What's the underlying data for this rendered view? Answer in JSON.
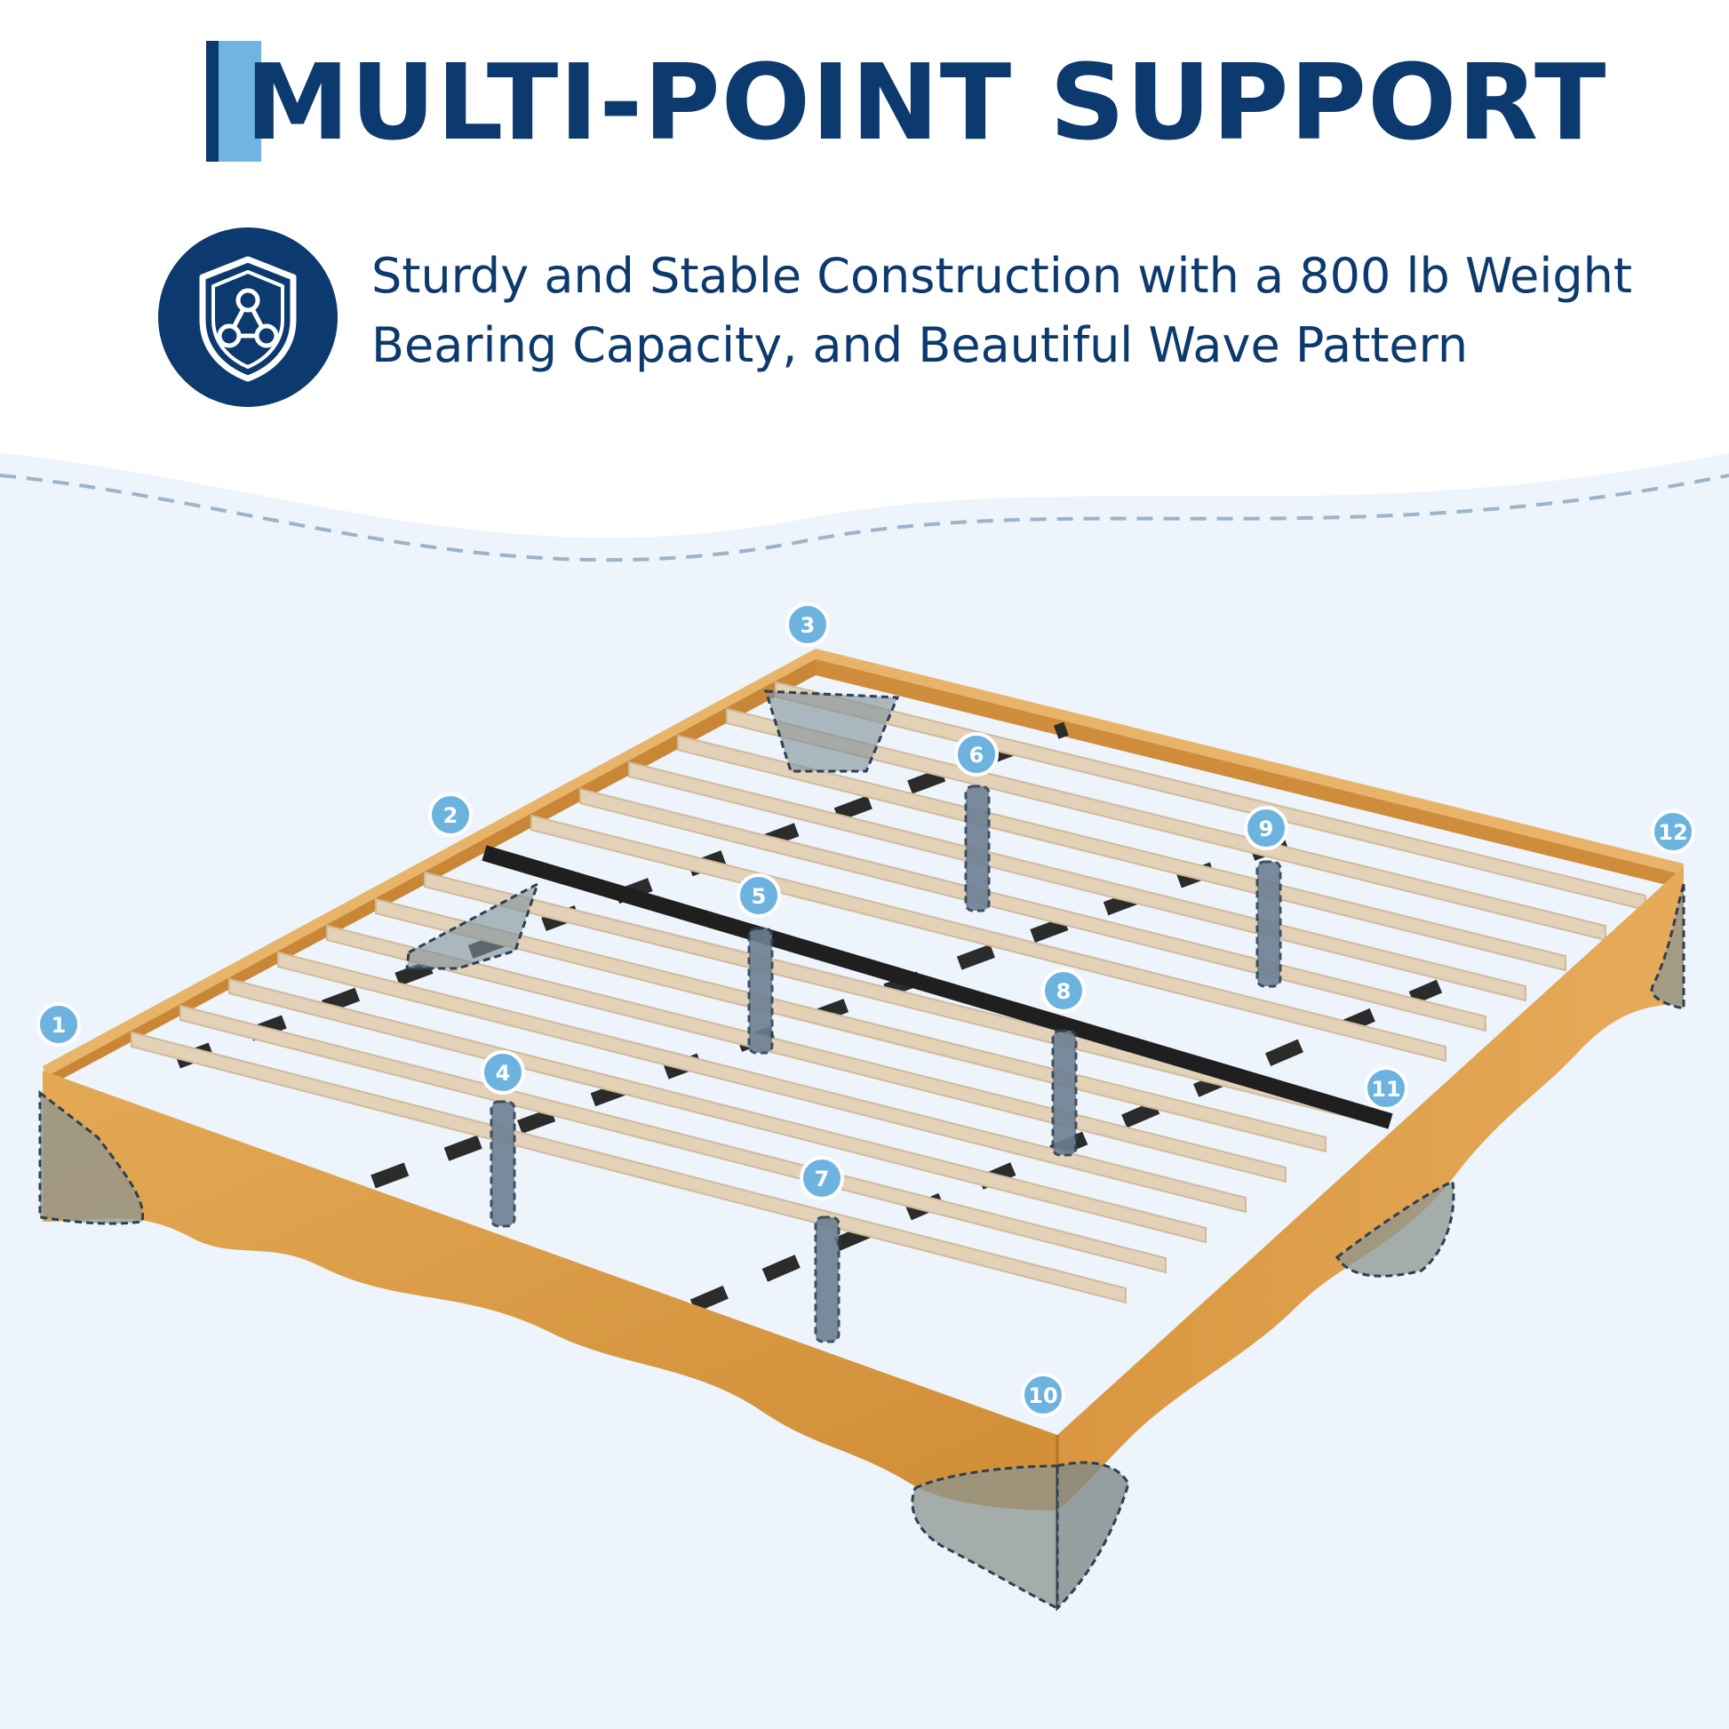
{
  "header": {
    "title": "MULTI-POINT SUPPORT"
  },
  "feature": {
    "icon": "shield-network-icon",
    "line1": "Sturdy and Stable Construction with a 800 lb Weight",
    "line2": "Bearing Capacity, and Beautiful Wave Pattern"
  },
  "callouts": [
    "1",
    "2",
    "3",
    "4",
    "5",
    "6",
    "7",
    "8",
    "9",
    "10",
    "11",
    "12"
  ],
  "colors": {
    "navy": "#0d3a6e",
    "accent_blue": "#6fb4e3",
    "callout_blue": "#6db3e0",
    "background_blue": "#edf4fb",
    "wood": "#dc9d45",
    "slat": "#e0cfb6",
    "metal": "#2b2b2b"
  }
}
